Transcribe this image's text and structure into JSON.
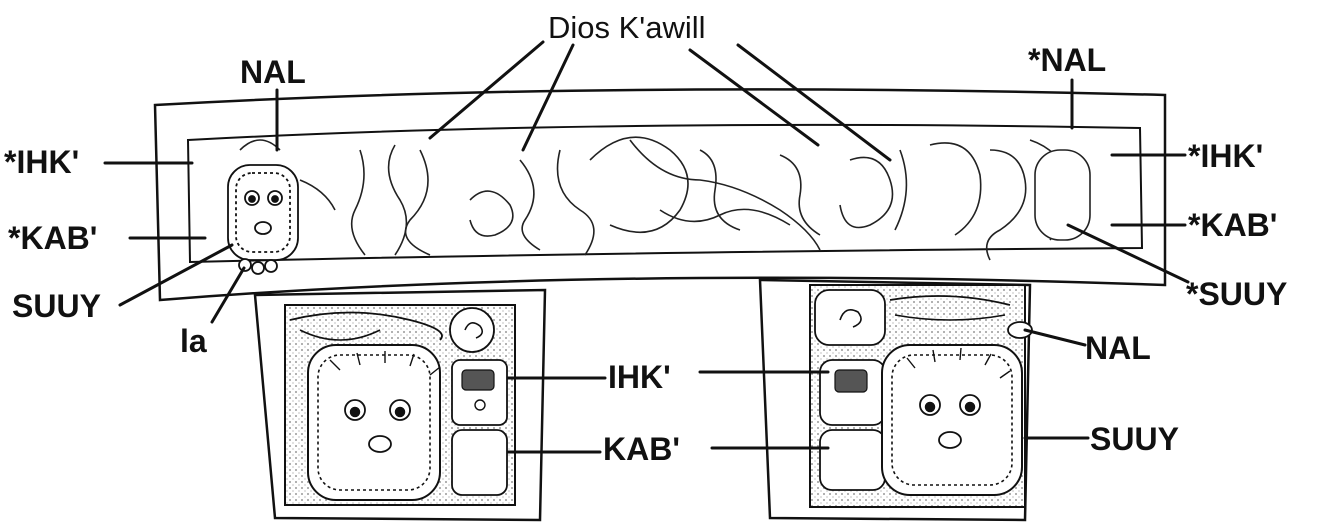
{
  "labels": {
    "dios_kawill": "Dios K'awill",
    "nal_left": "NAL",
    "nal_right": "*NAL",
    "ihk_left": "*IHK'",
    "kab_left": "*KAB'",
    "suuy_left": "SUUY",
    "la": "la",
    "ihk_right": "*IHK'",
    "kab_right": "*KAB'",
    "suuy_right": "*SUUY",
    "ihk_center": "IHK'",
    "kab_center": "KAB'",
    "nal_lower_right": "NAL",
    "suuy_lower_right": "SUUY"
  },
  "colors": {
    "ink": "#111111",
    "paper": "#ffffff",
    "stipple": "#dcdcdc"
  }
}
